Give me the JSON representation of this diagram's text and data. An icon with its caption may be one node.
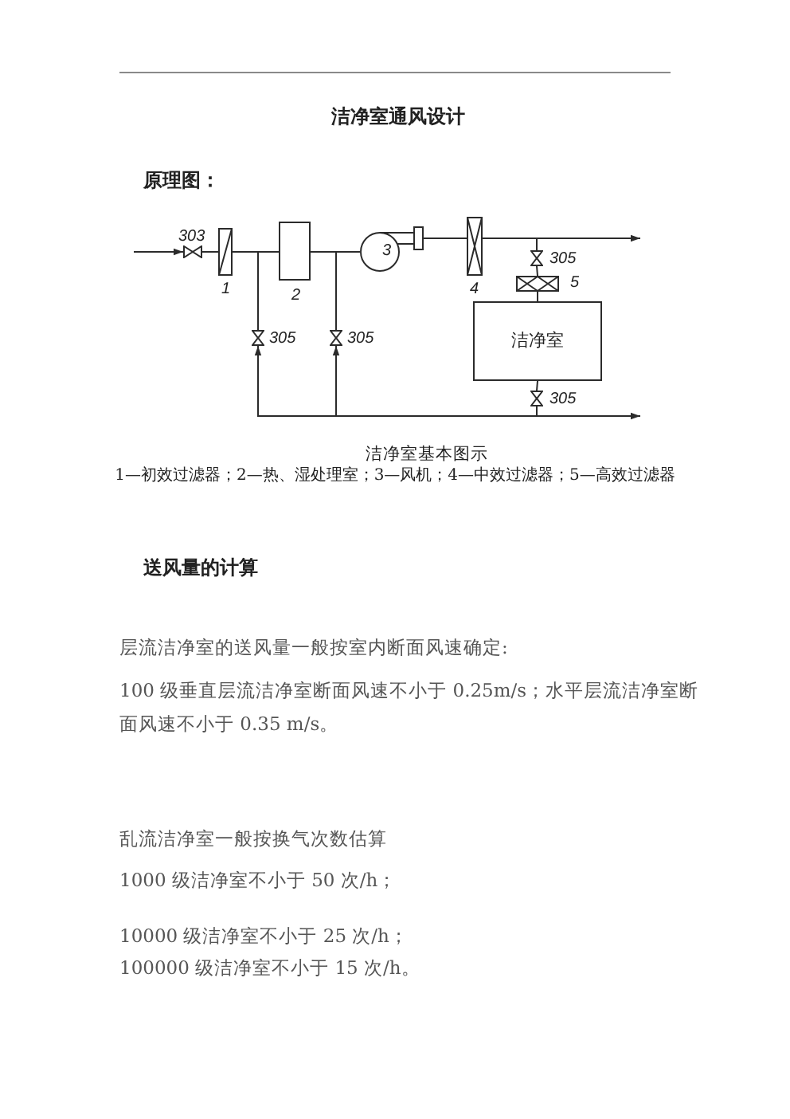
{
  "diagram": {
    "title": "洁净室通风设计",
    "caption": "洁净室基本图示",
    "nodes": [
      {
        "text": [],
        "shape": "valve",
        "beside": [
          "303"
        ]
      },
      {
        "text": [],
        "shape": "filter",
        "beside": [
          "1"
        ]
      },
      {
        "text": [],
        "shape": "box",
        "beside": [
          "2"
        ]
      },
      {
        "text": [
          "3"
        ]
      },
      {
        "text": [],
        "shape": "filter",
        "beside": [
          "4"
        ]
      },
      {
        "text": [],
        "shape": "valve",
        "beside": [
          "305"
        ]
      },
      {
        "text": [],
        "shape": "filter",
        "beside": [
          "5"
        ]
      },
      {
        "text": [
          "洁净室"
        ]
      },
      {
        "text": [],
        "shape": "valve",
        "beside": [
          "305"
        ]
      },
      {
        "text": [],
        "shape": "valve",
        "beside": [
          "305"
        ]
      },
      {
        "text": [],
        "shape": "valve",
        "beside": [
          "305"
        ]
      }
    ],
    "edges": [
      {
        "from": null,
        "to": 0,
        "arrow": "to"
      },
      {
        "from": 0,
        "to": 1,
        "arrow": "none"
      },
      {
        "from": 1,
        "to": 2,
        "arrow": "none"
      },
      {
        "from": 8,
        "to": 2,
        "arrow": "none"
      },
      {
        "from": 2,
        "to": 3,
        "arrow": "none"
      },
      {
        "from": 9,
        "to": 3,
        "arrow": "none"
      },
      {
        "from": 3,
        "to": 4,
        "arrow": "none"
      },
      {
        "from": 4,
        "to": null,
        "arrow": "to"
      },
      {
        "from": 4,
        "to": 5,
        "arrow": "none"
      },
      {
        "from": 5,
        "to": 6,
        "arrow": "none"
      },
      {
        "from": 6,
        "to": 7,
        "arrow": "none"
      },
      {
        "from": 7,
        "to": 10,
        "arrow": "none"
      },
      {
        "from": 10,
        "to": 8,
        "arrow": "to"
      },
      {
        "from": 10,
        "to": 9,
        "arrow": "to"
      },
      {
        "from": 10,
        "to": null,
        "arrow": "to"
      }
    ],
    "labels": [
      "原理图：",
      "1—初效过滤器；2—热、湿处理室；3—风机；4—中效过滤器；5—高效过滤器",
      "送风量的计算",
      "层流洁净室的送风量一般按室内断面风速确定:",
      "100 级垂直层流洁净室断面风速不小于 0.25m/s；水平层流洁净室断面风速不小于 0.35 m/s。",
      "乱流洁净室一般按换气次数估算",
      "1000 级洁净室不小于 50 次/h；",
      "10000 级洁净室不小于 25 次/h；",
      "100000 级洁净室不小于 15 次/h。"
    ]
  }
}
